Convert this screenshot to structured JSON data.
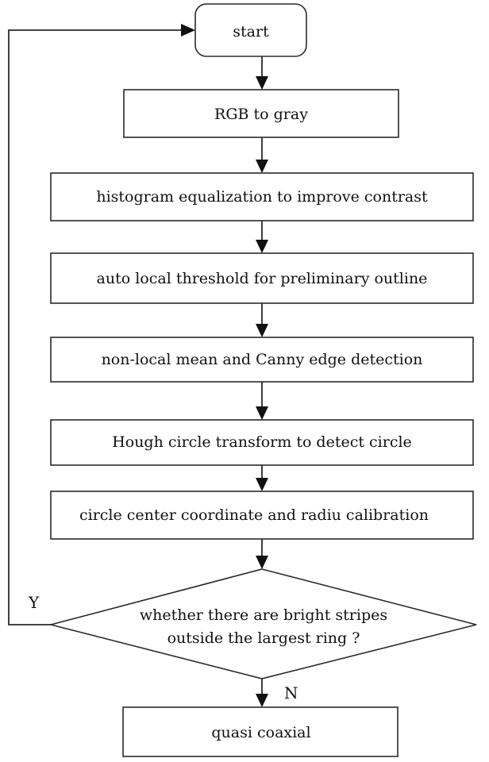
{
  "flowchart": {
    "nodes": {
      "start": "start",
      "rgb_to_gray": "RGB to gray",
      "histogram": "histogram equalization to improve contrast",
      "threshold": "auto local threshold for preliminary outline",
      "canny": "non-local mean and Canny edge detection",
      "hough": "Hough circle transform to detect circle",
      "calibration": "circle center coordinate and radiu calibration",
      "decision_line1": "whether there are bright stripes",
      "decision_line2": "outside the largest ring ?",
      "end": "quasi coaxial"
    },
    "labels": {
      "yes": "Y",
      "no": "N"
    }
  }
}
